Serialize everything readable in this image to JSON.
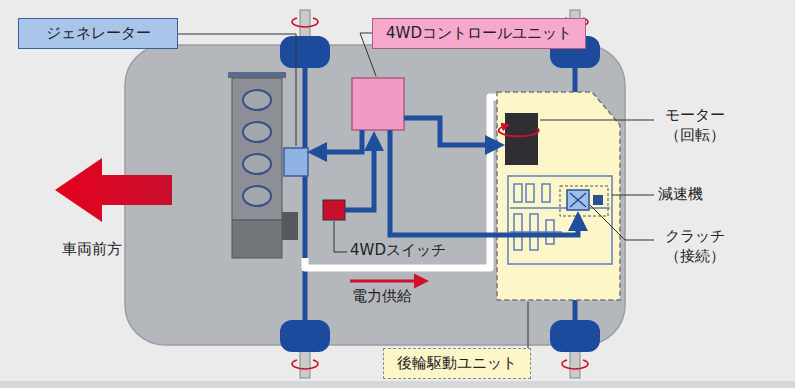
{
  "diagram": {
    "nodes": [
      {
        "text": [
          "ジェネレーター"
        ]
      },
      {
        "text": [
          "4WDコントロールユニット"
        ]
      },
      {
        "text": [
          "後輪駆動ユニット"
        ]
      }
    ],
    "labels": [
      "モーター （回転）",
      "減速機",
      "クラッチ （接続）",
      "4WDスイッチ",
      "車両前方",
      "電力供給"
    ]
  }
}
